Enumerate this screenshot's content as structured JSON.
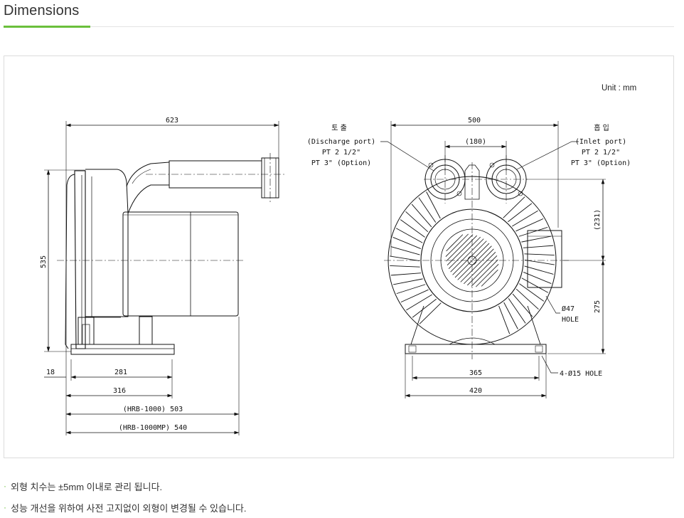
{
  "section": {
    "title": "Dimensions"
  },
  "drawing": {
    "unit": "Unit : mm",
    "side_view": {
      "overall_length": "623",
      "height": "535",
      "offset": "18",
      "base_hole_spacing": "281",
      "base_length": "316",
      "model_1": "(HRB-1000) 503",
      "model_2": "(HRB-1000MP) 540"
    },
    "front_view": {
      "overall_width": "500",
      "port_spacing": "(180)",
      "port_height": "(231)",
      "shaft_height": "275",
      "foot_hole_spacing": "365",
      "foot_width": "420",
      "hole_label": "Ø47",
      "hole_word": "HOLE",
      "foot_hole_label": "4-Ø15 HOLE",
      "discharge": {
        "korean": "토 출",
        "name": "(Discharge port)",
        "size1": "PT 2 1/2\"",
        "size2": "PT 3\" (Option)"
      },
      "inlet": {
        "korean": "흡 입",
        "name": "(Inlet port)",
        "size1": "PT 2 1/2\"",
        "size2": "PT 3\" (Option)"
      }
    }
  },
  "notes": [
    "외형 치수는 ±5mm 이내로 관리 됩니다.",
    "성능 개선을 위하여 사전 고지없이 외형이 변경될 수 있습니다."
  ],
  "colors": {
    "accent": "#6abf3b",
    "rule": "#e3e3e3",
    "frame_border": "#dcdcdc"
  }
}
